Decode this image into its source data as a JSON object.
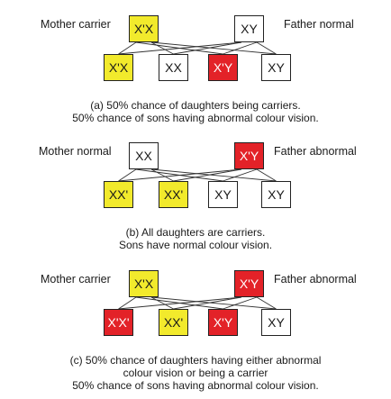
{
  "colors": {
    "carrier": "#f2ea2c",
    "abnormal": "#e32228",
    "normal": "#ffffff",
    "line": "#333333"
  },
  "panels": [
    {
      "mother": {
        "label": "Mother carrier",
        "genotype": "X'X",
        "status": "carrier"
      },
      "father": {
        "label": "Father normal",
        "genotype": "XY",
        "status": "normal"
      },
      "offspring": [
        {
          "genotype": "X'X",
          "status": "carrier"
        },
        {
          "genotype": "XX",
          "status": "normal"
        },
        {
          "genotype": "X'Y",
          "status": "abnormal"
        },
        {
          "genotype": "XY",
          "status": "normal"
        }
      ],
      "caption": [
        "(a) 50% chance of daughters being carriers.",
        "50% chance of sons having abnormal colour vision."
      ]
    },
    {
      "mother": {
        "label": "Mother normal",
        "genotype": "XX",
        "status": "normal"
      },
      "father": {
        "label": "Father abnormal",
        "genotype": "X'Y",
        "status": "abnormal"
      },
      "offspring": [
        {
          "genotype": "XX'",
          "status": "carrier"
        },
        {
          "genotype": "XX'",
          "status": "carrier"
        },
        {
          "genotype": "XY",
          "status": "normal"
        },
        {
          "genotype": "XY",
          "status": "normal"
        }
      ],
      "caption": [
        "(b) All daughters are carriers.",
        "Sons have normal colour vision."
      ]
    },
    {
      "mother": {
        "label": "Mother carrier",
        "genotype": "X'X",
        "status": "carrier"
      },
      "father": {
        "label": "Father abnormal",
        "genotype": "X'Y",
        "status": "abnormal"
      },
      "offspring": [
        {
          "genotype": "X'X'",
          "status": "abnormal"
        },
        {
          "genotype": "XX'",
          "status": "carrier"
        },
        {
          "genotype": "X'Y",
          "status": "abnormal"
        },
        {
          "genotype": "XY",
          "status": "normal"
        }
      ],
      "caption": [
        "(c) 50% chance of daughters having either abnormal",
        "colour vision or being a carrier",
        "50% chance of sons having abnormal colour vision."
      ]
    }
  ]
}
